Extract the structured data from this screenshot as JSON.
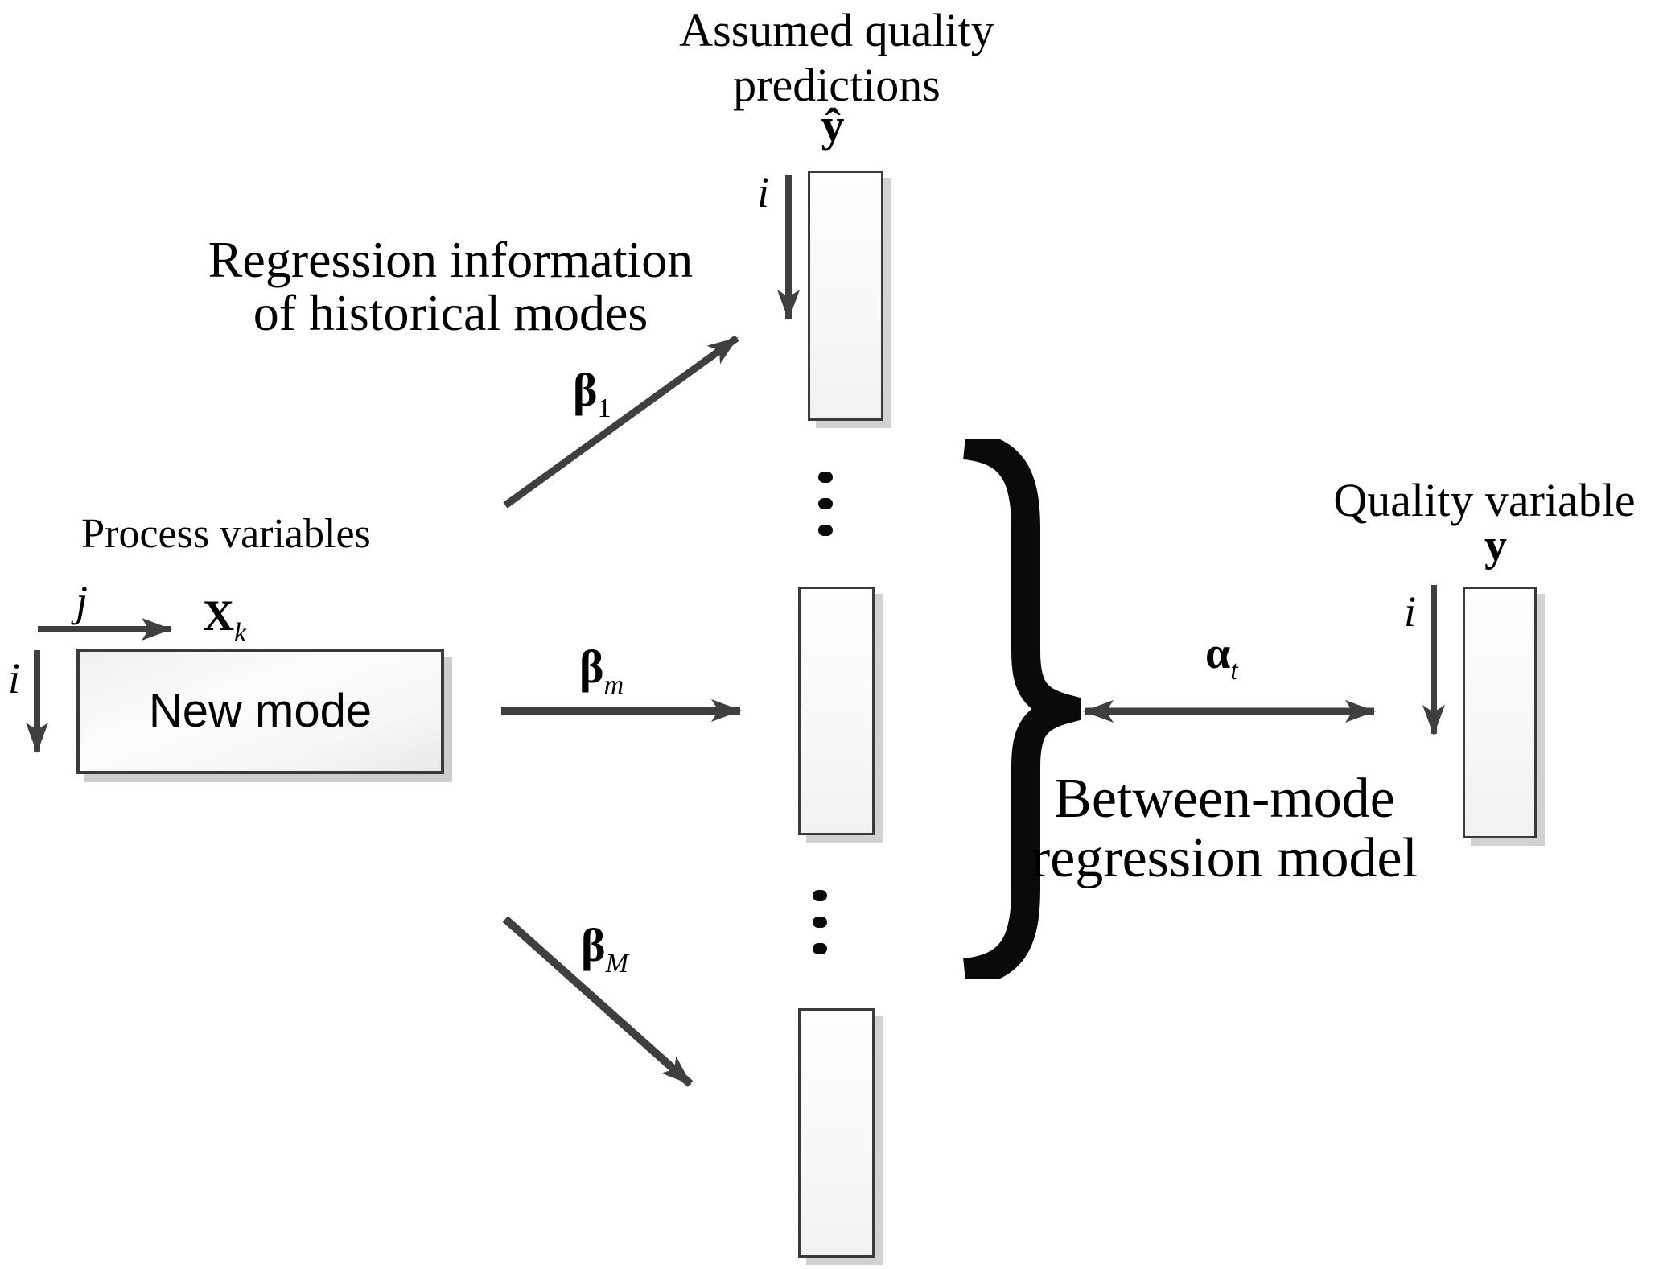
{
  "titles": {
    "assumed_quality": {
      "line1": "Assumed quality",
      "line2": "predictions"
    },
    "regression_info": {
      "line1": "Regression information",
      "line2": "of historical modes"
    },
    "process_variables": "Process variables",
    "quality_variable": "Quality variable",
    "between_mode": {
      "line1": "Between-mode",
      "line2": "regression model"
    }
  },
  "matrix_labels": {
    "y_hat": "ŷ",
    "y": "y",
    "x": "X",
    "x_subscript": "k"
  },
  "index_labels": {
    "i": "i",
    "j": "j"
  },
  "coefficient_labels": {
    "beta": "β",
    "beta_subscript_1": "1",
    "beta_subscript_m": "m",
    "beta_subscript_M": "M",
    "alpha": "α",
    "alpha_subscript_t": "t"
  },
  "new_mode_box": {
    "label": "New mode"
  },
  "icons": {
    "vertical_ellipsis": "three-stacked-dots",
    "brace": "}"
  },
  "colors": {
    "arrow": "#3f3f3f",
    "border": "#3a3a3a",
    "brace": "#0a0a0a",
    "shadow": "#cdcdcd",
    "text": "#000000",
    "background": "#ffffff"
  }
}
